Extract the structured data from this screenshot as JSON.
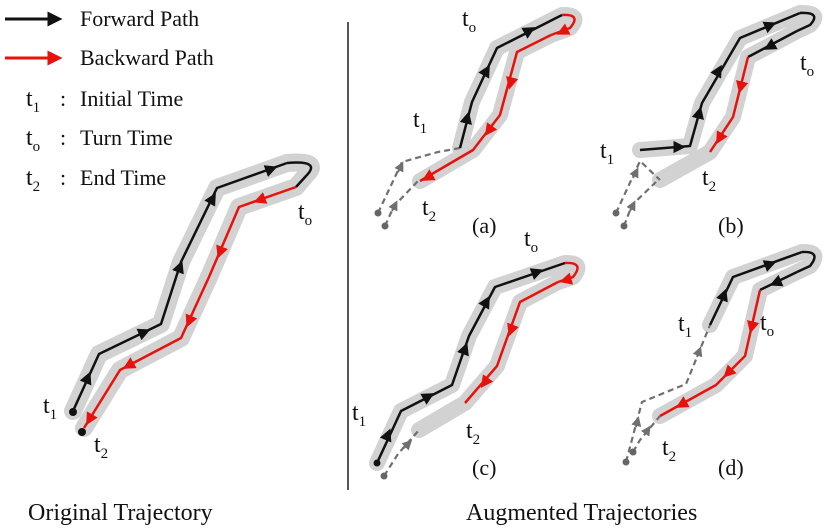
{
  "legend": {
    "forward_label": "Forward Path",
    "backward_label": "Backward Path",
    "t1_text": "Initial Time",
    "to_text": "Turn Time",
    "t2_text": "End Time",
    "t_letter": "t",
    "sub_1": "1",
    "sub_o": "o",
    "sub_2": "2",
    "colon": ":"
  },
  "captions": {
    "original": "Original Trajectory",
    "augmented": "Augmented Trajectories"
  },
  "panels": {
    "a": "(a)",
    "b": "(b)",
    "c": "(c)",
    "d": "(d)"
  },
  "colors": {
    "forward": "#111111",
    "backward": "#e8120c",
    "shadow": "#d2d2d2",
    "dashed": "#707070",
    "divider": "#555555"
  }
}
